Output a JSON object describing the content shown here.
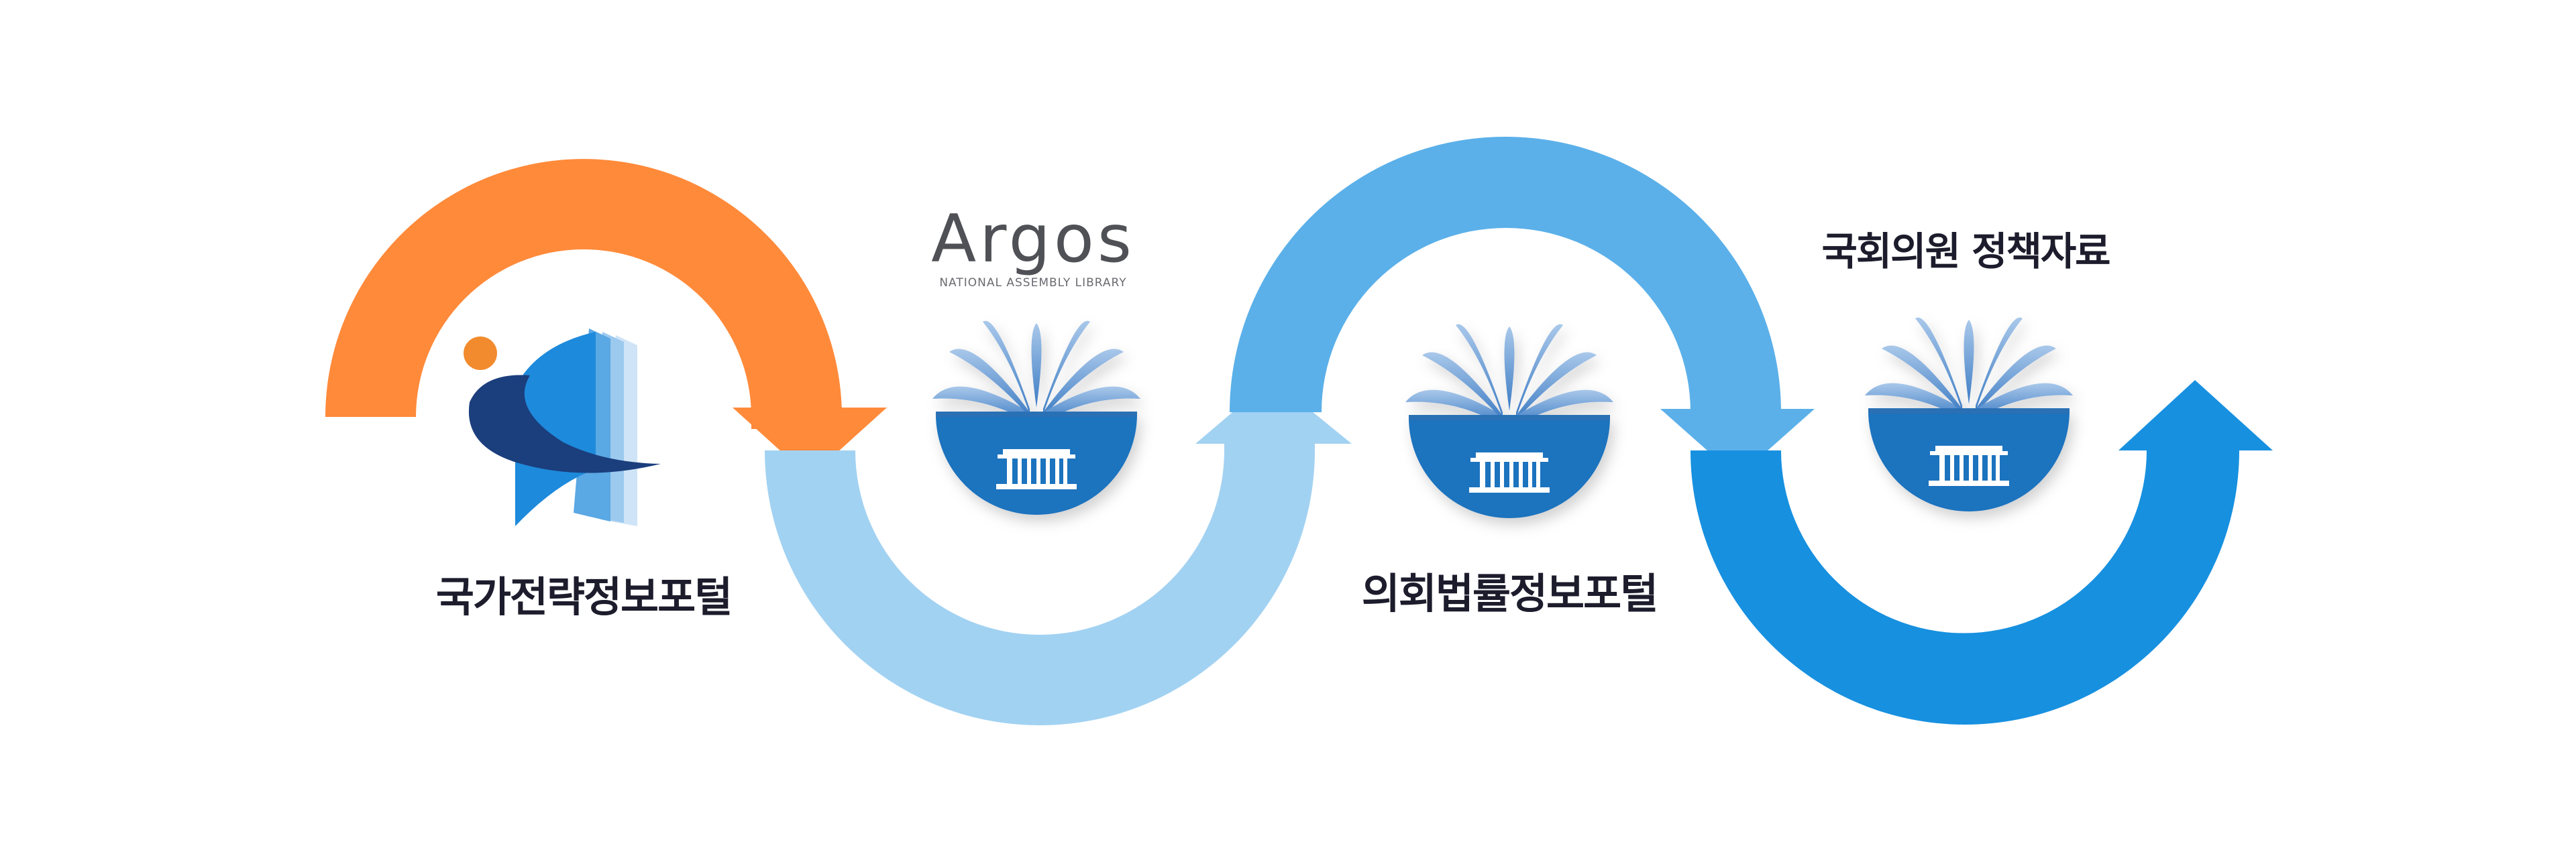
{
  "portals": [
    {
      "label": "국가전략정보포털",
      "icon": "strategy-portal-logo"
    },
    {
      "label": "Argos",
      "sublabel": "NATIONAL ASSEMBLY LIBRARY",
      "icon": "assembly-library-emblem"
    },
    {
      "label": "의회법률정보포털",
      "icon": "assembly-library-emblem"
    },
    {
      "label": "국회의원 정책자료",
      "icon": "assembly-library-emblem"
    }
  ],
  "colors": {
    "orange_arrow": "#FF8A3A",
    "light_blue_arrow": "#A2D2F2",
    "mid_blue_arrow": "#5BB0E9",
    "blue_arrow": "#1790E0",
    "emblem_blue": "#1E73BE",
    "logo_navy": "#1B3E7D"
  }
}
